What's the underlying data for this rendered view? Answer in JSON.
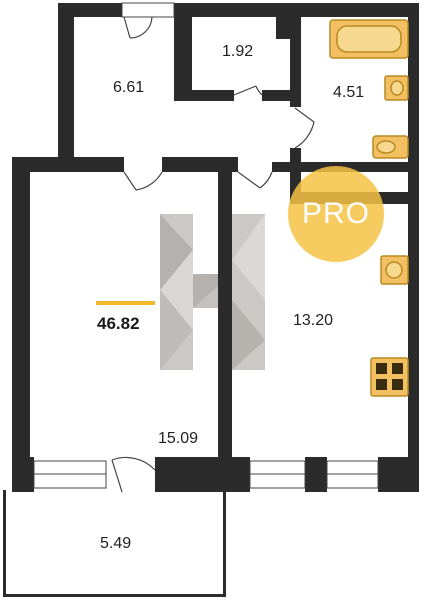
{
  "colors": {
    "wall": "#2b2b2b",
    "fixture_fill": "#f2c062",
    "fixture_stroke": "#b88a22",
    "accent_bar": "#f1b82c",
    "watermark": "#b7b2ae",
    "badge": "#f5c244"
  },
  "rooms": {
    "hall": {
      "area": "6.61"
    },
    "wc_small": {
      "area": "1.92"
    },
    "bathroom": {
      "area": "4.51"
    },
    "bedroom": {
      "area": "15.09"
    },
    "kitchen_living": {
      "area": "13.20"
    },
    "balcony": {
      "area": "5.49"
    }
  },
  "total_area": "46.82",
  "badge": {
    "text": "PRO",
    "icon": "pro-badge-icon"
  },
  "watermark": {
    "icon": "h-logo-watermark"
  }
}
